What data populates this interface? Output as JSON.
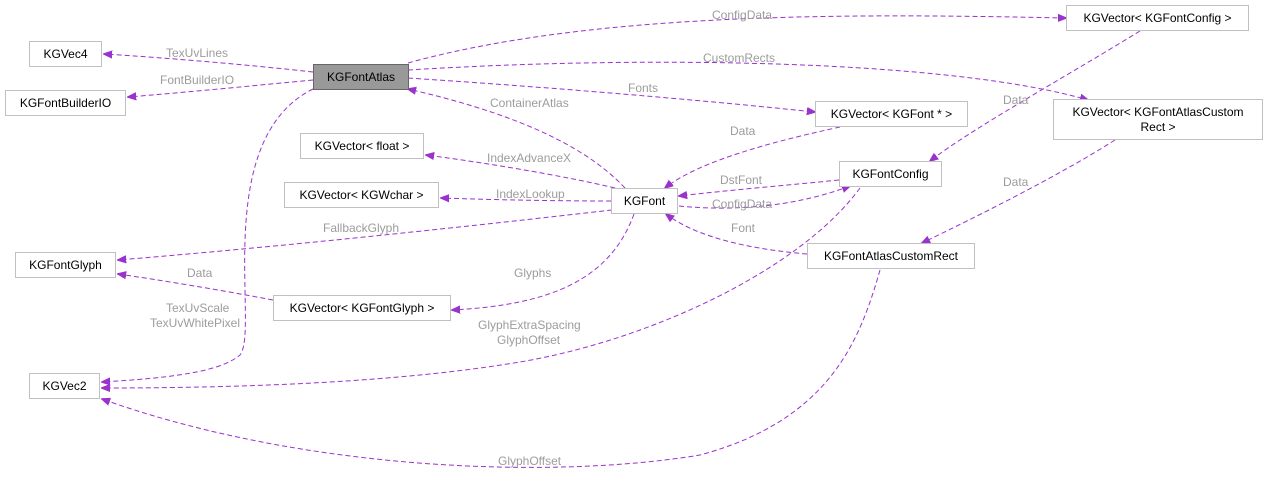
{
  "colors": {
    "edge": "#9a32cd",
    "edge_label": "#9c9c9c",
    "node_border": "#c0c0c0",
    "focus_node_fill": "#999999"
  },
  "nodes": {
    "kgfontatlas": "KGFontAtlas",
    "kgvec4": "KGVec4",
    "kgfontbuilderio": "KGFontBuilderIO",
    "kgvector_float": "KGVector< float >",
    "kgvector_kgwchar": "KGVector< KGWchar >",
    "kgfontglyph": "KGFontGlyph",
    "kgvector_kgfontglyph": "KGVector< KGFontGlyph >",
    "kgvec2": "KGVec2",
    "kgfont": "KGFont",
    "kgvector_kgfont_ptr": "KGVector< KGFont * >",
    "kgfontconfig": "KGFontConfig",
    "kgvector_kgfontconfig": "KGVector< KGFontConfig >",
    "kgvector_kgfontatlascustomrect": "KGVector< KGFontAtlasCustom\nRect >",
    "kgfontatlascustomrect": "KGFontAtlasCustomRect"
  },
  "edges": {
    "tex_uv_lines": "TexUvLines",
    "font_builder_io": "FontBuilderIO",
    "config_data_top": "ConfigData",
    "custom_rects": "CustomRects",
    "fonts": "Fonts",
    "container_atlas": "ContainerAtlas",
    "data_fonts_vector": "Data",
    "data_config_vector": "Data",
    "data_rects_vector": "Data",
    "index_advance_x": "IndexAdvanceX",
    "index_lookup": "IndexLookup",
    "dst_font": "DstFont",
    "config_data": "ConfigData",
    "font": "Font",
    "fallback_glyph": "FallbackGlyph",
    "data_glyph_vector": "Data",
    "glyphs": "Glyphs",
    "tex_uv_scale": "TexUvScale",
    "tex_uv_white_pixel": "TexUvWhitePixel",
    "glyph_extra_spacing": "GlyphExtraSpacing",
    "glyph_offset_config": "GlyphOffset",
    "glyph_offset_rect": "GlyphOffset"
  }
}
